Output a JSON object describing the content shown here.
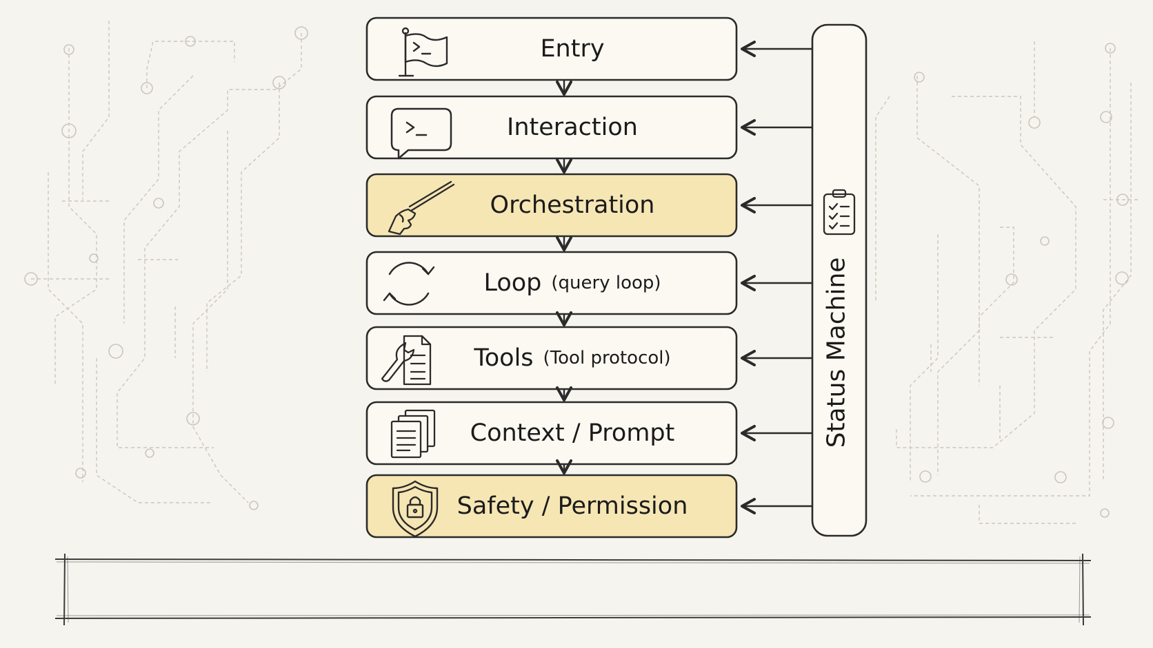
{
  "layers": [
    {
      "label": "Entry",
      "sub": "",
      "icon": "flag-terminal-icon",
      "highlighted": false
    },
    {
      "label": "Interaction",
      "sub": "",
      "icon": "terminal-chat-icon",
      "highlighted": false
    },
    {
      "label": "Orchestration",
      "sub": "",
      "icon": "conductor-baton-icon",
      "highlighted": true
    },
    {
      "label": "Loop",
      "sub": "(query loop)",
      "icon": "refresh-cycle-icon",
      "highlighted": false
    },
    {
      "label": "Tools",
      "sub": "(Tool protocol)",
      "icon": "wrench-document-icon",
      "highlighted": false
    },
    {
      "label": "Context / Prompt",
      "sub": "",
      "icon": "document-stack-icon",
      "highlighted": false
    },
    {
      "label": "Safety / Permission",
      "sub": "",
      "icon": "shield-lock-icon",
      "highlighted": true
    }
  ],
  "status_machine": {
    "label": "Status Machine",
    "icon": "clipboard-checklist-icon"
  },
  "colors": {
    "background": "#f6f4ee",
    "box_fill": "#fbf9f2",
    "highlight_fill": "#f6e6b4",
    "stroke": "#2a2a2a",
    "circuit": "#c9c6bd"
  }
}
